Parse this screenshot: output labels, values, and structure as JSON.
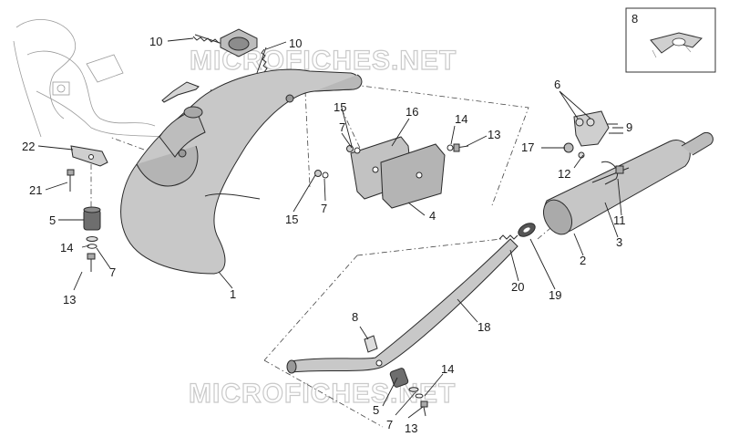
{
  "watermark": "MICROFICHES.NET",
  "inset_label": "8",
  "parts": {
    "p1": "1",
    "p2": "2",
    "p3": "3",
    "p4": "4",
    "p5a": "5",
    "p5b": "5",
    "p6": "6",
    "p7a": "7",
    "p7b": "7",
    "p7c": "7",
    "p7d": "7",
    "p8": "8",
    "p9": "9",
    "p10a": "10",
    "p10b": "10",
    "p11": "11",
    "p12": "12",
    "p13a": "13",
    "p13b": "13",
    "p13c": "13",
    "p14a": "14",
    "p14b": "14",
    "p14c": "14",
    "p15a": "15",
    "p15b": "15",
    "p16": "16",
    "p17": "17",
    "p18": "18",
    "p19": "19",
    "p20": "20",
    "p21": "21",
    "p22": "22"
  },
  "colors": {
    "part_fill": "#c8c8c8",
    "part_shade": "#a9a9a9",
    "line": "#222222",
    "watermark": "#c9c9c9"
  }
}
